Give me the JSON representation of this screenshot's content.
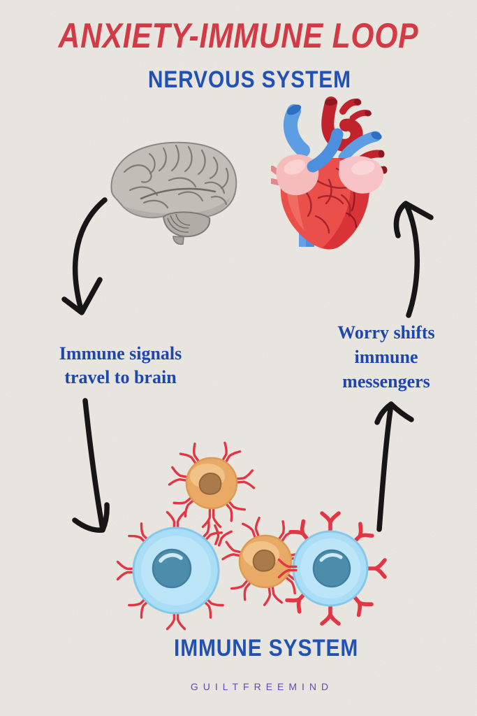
{
  "page": {
    "title": "ANXIETY-IMMUNE LOOP",
    "watermark": "GUILTFREEMIND"
  },
  "sections": {
    "nervous_system_label": "NERVOUS SYSTEM",
    "immune_system_label": "IMMUNE SYSTEM"
  },
  "annotations": {
    "left": {
      "line1": "Immune signals",
      "line2": "travel to brain"
    },
    "right": {
      "line1": "Worry shifts",
      "line2": "immune",
      "line3": "messengers"
    }
  },
  "icons": {
    "brain": "grayscale-brain-illustration",
    "heart": "anatomical-heart-illustration",
    "immune_cells": "immune-cells-with-antibodies-illustration",
    "arrows": [
      "curved-down-arrow-left-top",
      "down-arrow-left-bottom",
      "up-arrow-right-bottom",
      "curved-up-arrow-right-top"
    ]
  },
  "diagram": {
    "type": "cycle",
    "title": "ANXIETY-IMMUNE LOOP",
    "nodes": [
      {
        "id": "nervous-system",
        "label": "NERVOUS SYSTEM",
        "depicted_by": [
          "brain",
          "heart"
        ]
      },
      {
        "id": "immune-system",
        "label": "IMMUNE SYSTEM",
        "depicted_by": [
          "immune_cells"
        ]
      }
    ],
    "edges": [
      {
        "from": "nervous-system",
        "to": "immune-system",
        "side": "left",
        "arrow_direction": "down",
        "label": "Immune signals travel to brain"
      },
      {
        "from": "immune-system",
        "to": "nervous-system",
        "side": "right",
        "arrow_direction": "up",
        "label": "Worry shifts immune messengers"
      }
    ]
  },
  "colors": {
    "background": "#edeae4",
    "title_red": "#d23a46",
    "label_blue": "#2152b3",
    "note_blue": "#1e46ad",
    "watermark_purple": "#5a50b4",
    "arrow_black": "#161616",
    "heart_red": "#ea4f4a",
    "heart_dark_red": "#c0232c",
    "heart_vessel_blue": "#5d9de4",
    "heart_atrium_pink": "#f5bcbc",
    "cell_blue": "#a9def6",
    "cell_blue_nucleus": "#4d8dac",
    "cell_orange": "#edb171",
    "cell_orange_nucleus": "#a97a4a",
    "antibody_red": "#e23645",
    "brain_gray": "#c1beb8"
  }
}
